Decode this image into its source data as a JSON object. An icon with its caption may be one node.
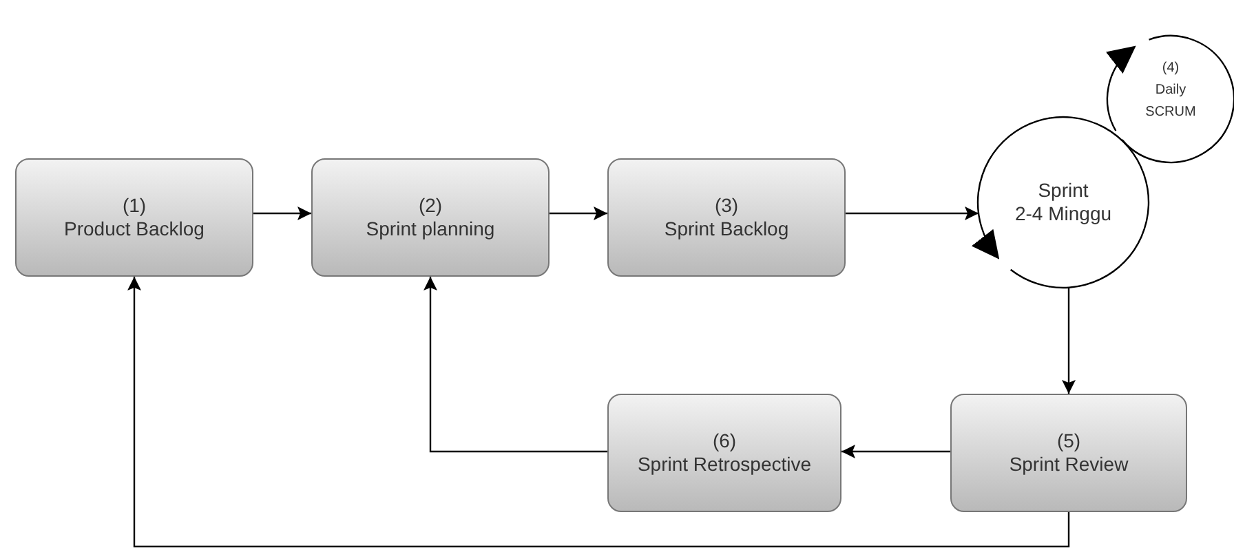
{
  "diagram": {
    "nodes": [
      {
        "text": [
          "(1)",
          "Product Backlog"
        ]
      },
      {
        "text": [
          "(2)",
          "Sprint planning"
        ]
      },
      {
        "text": [
          "(3)",
          "Sprint Backlog"
        ]
      },
      {
        "text": [
          "Sprint",
          "2-4 Minggu"
        ]
      },
      {
        "text": [
          "(4)",
          "Daily SCRUM"
        ]
      },
      {
        "text": [
          "(5)",
          "Sprint Review"
        ]
      },
      {
        "text": [
          "(6)",
          "Sprint Retrospective"
        ]
      }
    ],
    "edges": [
      {
        "from": 0,
        "to": 1,
        "arrow": "to"
      },
      {
        "from": 1,
        "to": 2,
        "arrow": "to"
      },
      {
        "from": 2,
        "to": 3,
        "arrow": "to"
      },
      {
        "from": 3,
        "to": 5,
        "arrow": "to"
      },
      {
        "from": 5,
        "to": 6,
        "arrow": "to"
      },
      {
        "from": 6,
        "to": 1,
        "arrow": "to"
      },
      {
        "from": 5,
        "to": 0,
        "arrow": "to"
      }
    ]
  }
}
